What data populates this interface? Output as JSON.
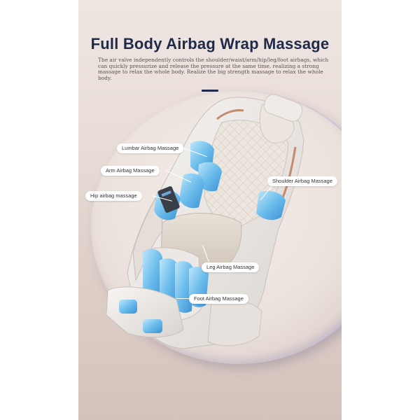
{
  "title": "Full Body Airbag Wrap Massage",
  "description": "The air valve independently controls the shoulder/waist/arm/hip/leg/foot airbags, which can quickly pressurize and release the pressure at the same time, realizing a strong massage to relax the whole body. Realize the big strength massage to relax the whole body.",
  "labels": {
    "lumbar": "Lumbar Airbag Massage",
    "arm": "Arm Airbag Massage",
    "hip": "Hip airbag massage",
    "shoulder": "Shoulder Airbag Massage",
    "leg": "Leg Airbag Massage",
    "foot": "Foot Airbag Massage"
  },
  "colors": {
    "title": "#1f2a4a",
    "airbag": "#5fb2e6",
    "shell": "#f1eeec",
    "background": "#e8dcd6"
  }
}
